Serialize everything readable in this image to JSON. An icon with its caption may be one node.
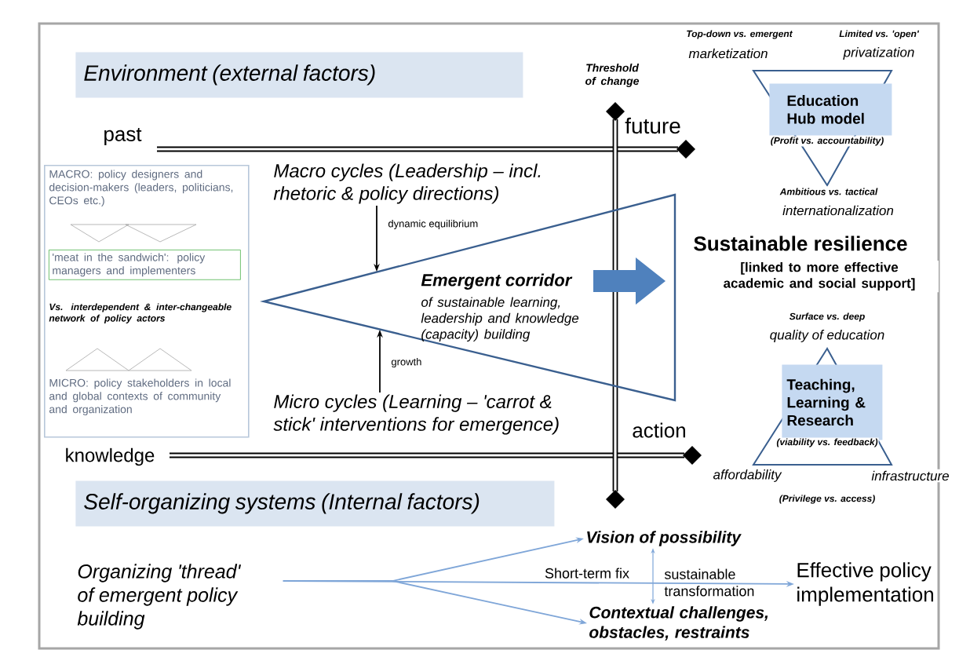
{
  "diagram": {
    "nodes": [
      {
        "text": [
          "Environment (external factors)"
        ]
      },
      {
        "text": [
          "Self-organizing systems (Internal factors)"
        ]
      },
      {
        "text": [
          "MACRO: policy designers and decision-makers (leaders, politicians, CEOs etc.)",
          "Vs. interdependent & inter-changeable network of policy actors",
          "MICRO: policy stakeholders in local and global contexts of community and organization"
        ]
      },
      {
        "text": [
          "'meat in the sandwich': policy managers and implementers"
        ],
        "in": 2
      },
      {
        "text": [
          "Emergent corridor",
          "of sustainable learning, leadership and knowledge (capacity) building"
        ]
      },
      {
        "text": [
          "Education Hub model"
        ],
        "beside": [
          "(Profit vs. accountability)"
        ]
      },
      {
        "text": [
          "Teaching, Learning & Research"
        ],
        "beside": [
          "(viability vs. feedback)"
        ]
      },
      {
        "text": [
          "Vision of possibility"
        ]
      },
      {
        "text": [
          "Contextual challenges, obstacles, restraints"
        ]
      },
      {
        "text": [
          "Organizing 'thread' of emergent policy building"
        ]
      },
      {
        "text": [
          "Effective policy implementation"
        ]
      },
      {
        "text": [
          "Macro cycles (Leadership – incl. rhetoric & policy directions)"
        ]
      },
      {
        "text": [
          "Micro cycles (Learning – 'carrot & stick' interventions for emergence)"
        ]
      }
    ],
    "edges": [
      {
        "from": 11,
        "to": 4,
        "arrow": "to",
        "label": "dynamic equilibrium",
        "color": "#000000"
      },
      {
        "from": 12,
        "to": 4,
        "arrow": "to",
        "label": "growth",
        "color": "#000000"
      },
      {
        "from": 9,
        "to": 7,
        "arrow": "to"
      },
      {
        "from": 9,
        "to": 8,
        "arrow": "to"
      },
      {
        "from": 9,
        "to": 10,
        "arrow": "to"
      },
      {
        "from": 7,
        "to": 8,
        "arrow": "both"
      }
    ],
    "labels": [
      "Threshold of change",
      "past",
      "future",
      "Top-down vs. emergent",
      "marketization",
      "Limited vs. 'open'",
      "privatization",
      "Ambitious vs. tactical",
      "internationalization",
      "Sustainable resilience",
      "[linked to more effective academic and social support]",
      "Surface vs. deep",
      "quality of education",
      "action",
      "knowledge",
      "affordability",
      "infrastructure",
      "(Privilege vs. access)",
      "Short-term fix",
      "sustainable transformation"
    ]
  }
}
